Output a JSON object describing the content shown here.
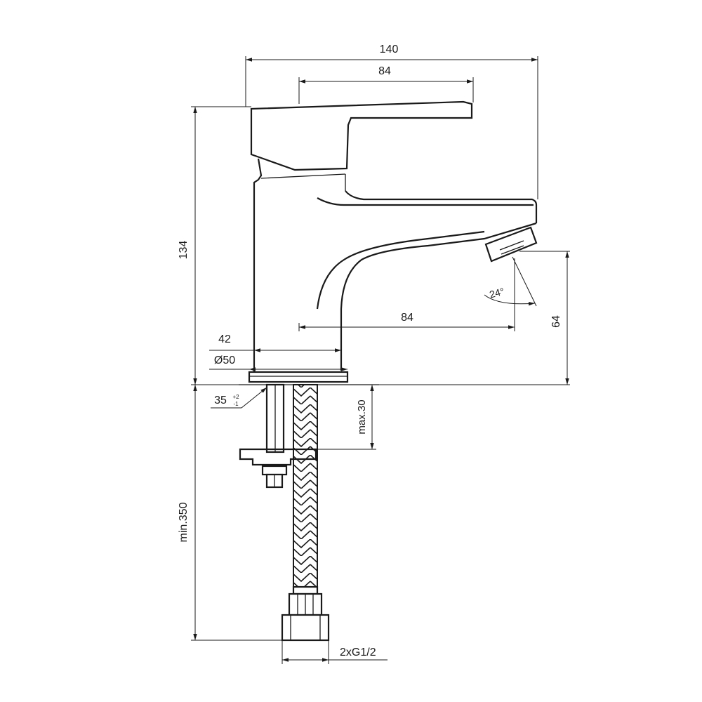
{
  "dimensions": {
    "overall_width": "140",
    "lever_length": "84",
    "overall_height": "134",
    "spout_reach": "84",
    "spout_angle": "24°",
    "spout_height": "64",
    "body_width": "42",
    "base_diameter": "Ø50",
    "hole_diameter": "35",
    "hole_tol_upper": "+2",
    "hole_tol_lower": "-1",
    "max_thickness": "max.30",
    "hose_length": "min.350",
    "connection": "2xG1/2"
  },
  "colors": {
    "line": "#1a1a1a",
    "background": "#ffffff"
  }
}
